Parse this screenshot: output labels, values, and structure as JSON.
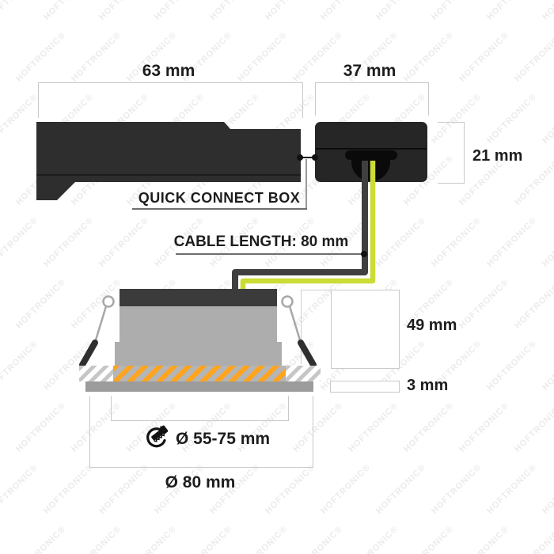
{
  "watermark": {
    "text": "HOFTRONIC®"
  },
  "labels": {
    "driver_width": "63 mm",
    "box_width": "37 mm",
    "box_height": "21 mm",
    "quick_connect_box": "QUICK CONNECT BOX",
    "cable_length": "CABLE LENGTH: 80 mm",
    "fixture_height": "49 mm",
    "rim_height": "3 mm",
    "cutout_diameter": "Ø 55-75 mm",
    "outer_diameter": "Ø 80 mm"
  },
  "icons": {
    "hole_saw": "hole-saw-icon"
  },
  "colors": {
    "driver_body": "#2e2e2e",
    "connect_box": "#262626",
    "fixture_top": "#3b3b3b",
    "fixture_body": "#adadad",
    "trim_ring": "#9c9c9c",
    "ceiling_hatch_stripe": "#c6c6c6",
    "insulation_stripe_orange": "#ffa41c",
    "cable_gray": "#3f3f3f",
    "cable_earth_yellow_green": "#cbdc35",
    "dimension_line": "#c9c9c9",
    "text": "#1d1d1d",
    "watermark": "#ebebeb"
  }
}
